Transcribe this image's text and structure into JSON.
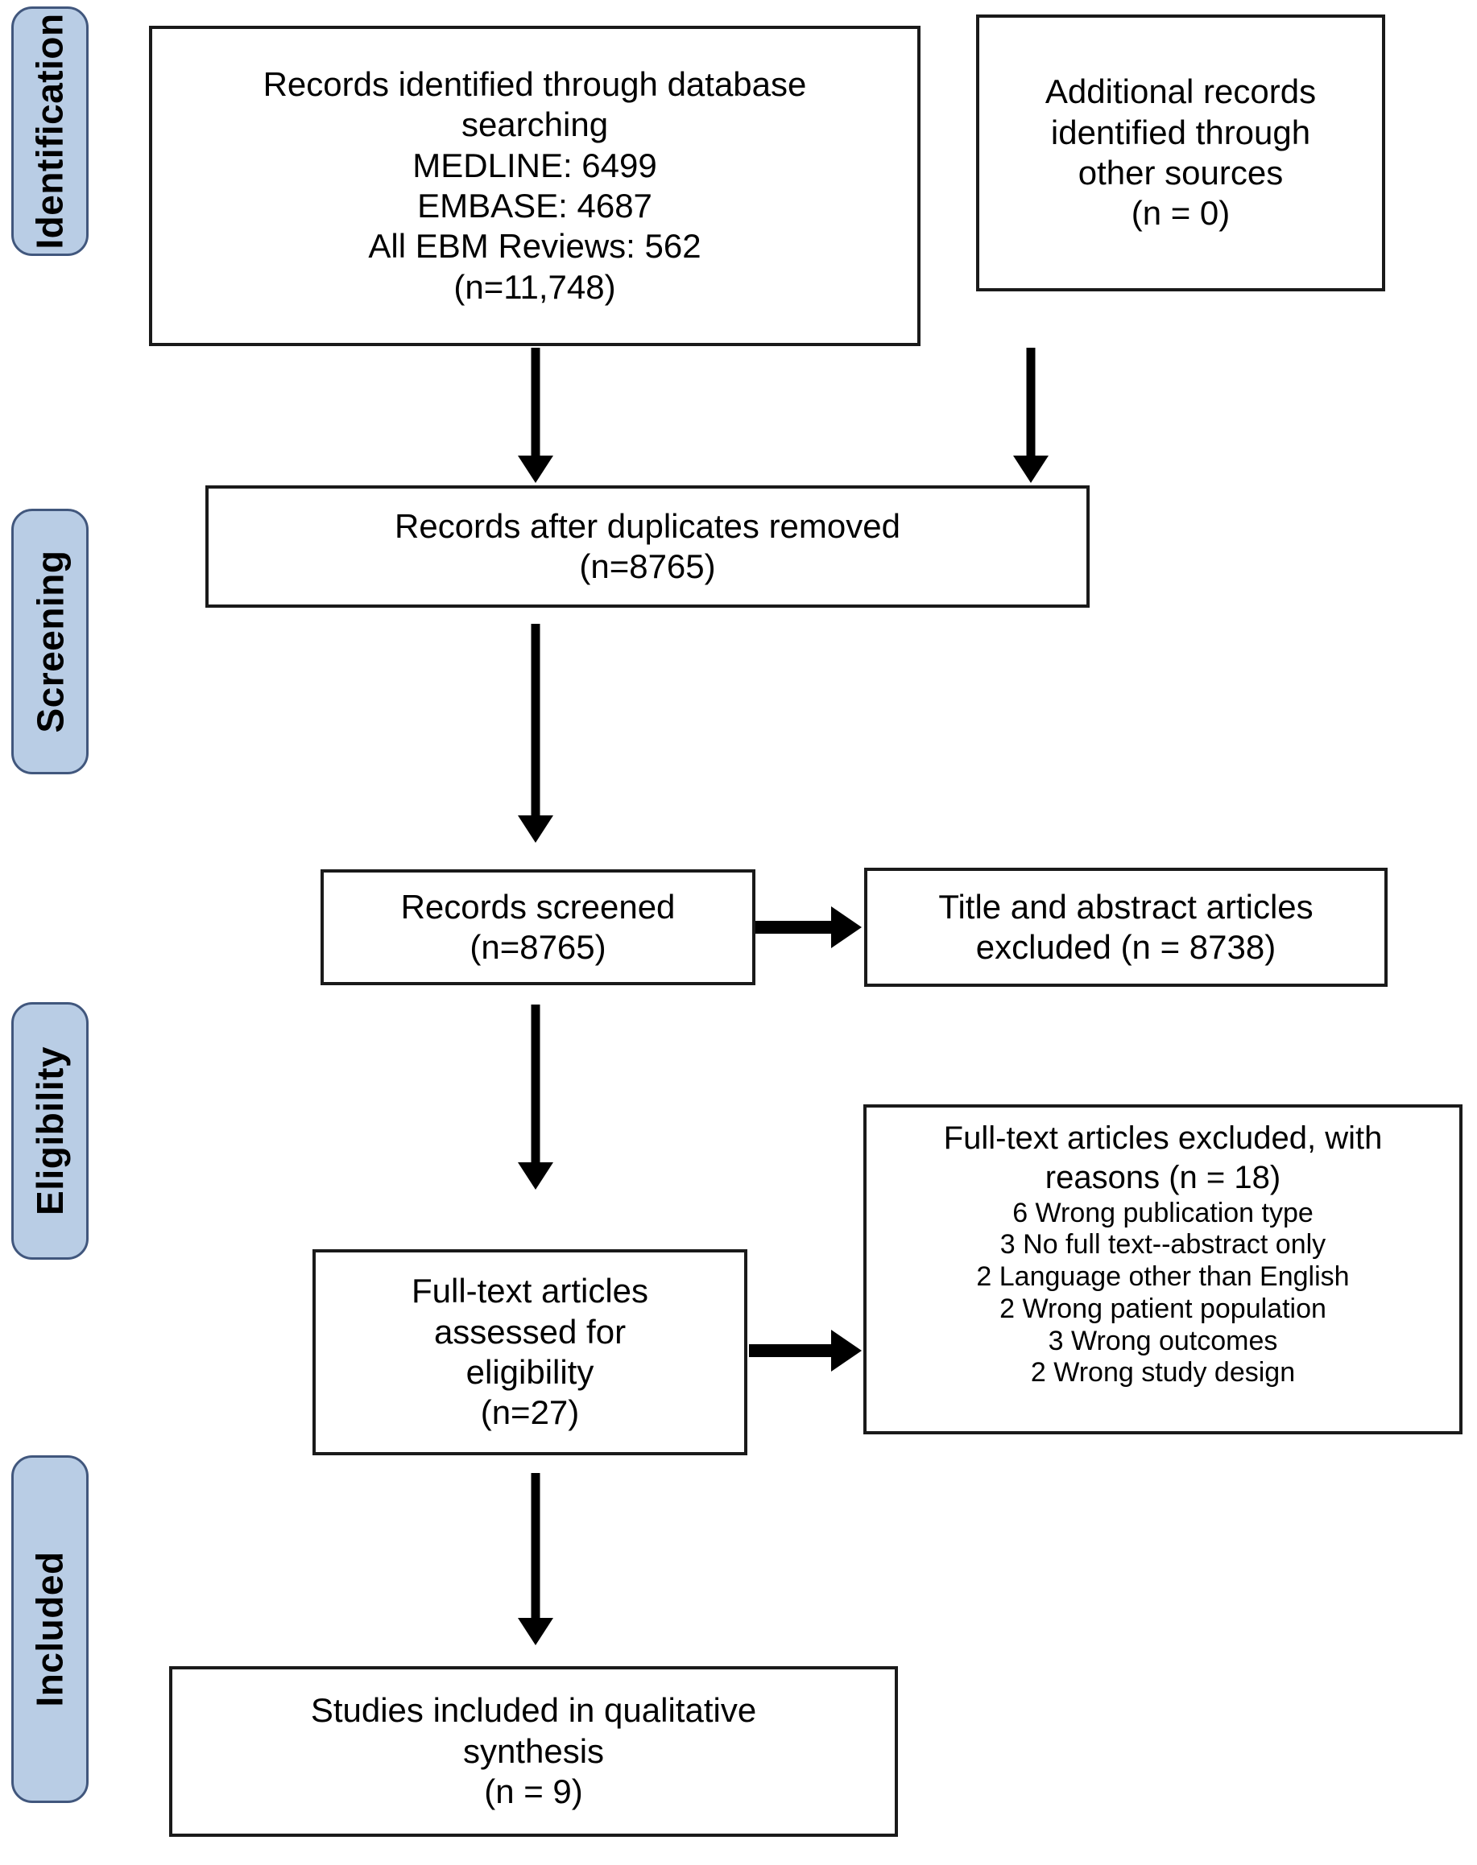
{
  "diagram": {
    "title": "PRISMA flow diagram",
    "type": "prisma-flow-diagram",
    "colors": {
      "stage_tab_fill": "#b9cde5",
      "stage_tab_border": "#41577d",
      "box_border": "#1a1a1a",
      "box_fill": "#ffffff",
      "text": "#000000",
      "arrow": "#000000"
    }
  },
  "stages": [
    {
      "id": "identification",
      "label": "Identification"
    },
    {
      "id": "screening",
      "label": "Screening"
    },
    {
      "id": "eligibility",
      "label": "Eligibility"
    },
    {
      "id": "included",
      "label": "Included"
    }
  ],
  "boxes": {
    "records_identified": {
      "lines": [
        "Records identified through database",
        "searching",
        "MEDLINE: 6499",
        "EMBASE: 4687",
        "All EBM Reviews: 562",
        "(n=11,748)"
      ]
    },
    "additional_records": {
      "lines": [
        "Additional records",
        "identified through",
        "other sources",
        "(n = 0)"
      ]
    },
    "duplicates_removed": {
      "lines": [
        "Records after duplicates removed",
        "(n=8765)"
      ]
    },
    "records_screened": {
      "lines": [
        "Records screened",
        "(n=8765)"
      ]
    },
    "title_abstract_excluded": {
      "lines": [
        "Title and abstract articles",
        "excluded (n = 8738)"
      ]
    },
    "fulltext_assessed": {
      "lines": [
        "Full-text articles",
        "assessed for",
        "eligibility",
        "(n=27)"
      ]
    },
    "fulltext_excluded": {
      "heading": [
        "Full-text articles excluded, with",
        "reasons (n = 18)"
      ],
      "reasons": [
        "6 Wrong publication type",
        "3 No full text--abstract only",
        "2 Language other than English",
        "2 Wrong patient population",
        "3 Wrong outcomes",
        "2 Wrong study design"
      ]
    },
    "studies_included": {
      "lines": [
        "Studies included in qualitative",
        "synthesis",
        "(n = 9)"
      ]
    }
  },
  "chart_data": {
    "type": "diagram",
    "title": "PRISMA flow diagram",
    "nodes": [
      {
        "id": "records_identified",
        "stage": "Identification",
        "label": "Records identified through database searching",
        "detail": {
          "MEDLINE": 6499,
          "EMBASE": 4687,
          "All EBM Reviews": 562
        },
        "n": 11748
      },
      {
        "id": "additional_records",
        "stage": "Identification",
        "label": "Additional records identified through other sources",
        "n": 0
      },
      {
        "id": "duplicates_removed",
        "stage": "Screening",
        "label": "Records after duplicates removed",
        "n": 8765
      },
      {
        "id": "records_screened",
        "stage": "Screening",
        "label": "Records screened",
        "n": 8765
      },
      {
        "id": "title_abstract_excluded",
        "stage": "Screening",
        "label": "Title and abstract articles excluded",
        "n": 8738
      },
      {
        "id": "fulltext_assessed",
        "stage": "Eligibility",
        "label": "Full-text articles assessed for eligibility",
        "n": 27
      },
      {
        "id": "fulltext_excluded",
        "stage": "Eligibility",
        "label": "Full-text articles excluded, with reasons",
        "n": 18,
        "reasons": [
          {
            "count": 6,
            "reason": "Wrong publication type"
          },
          {
            "count": 3,
            "reason": "No full text--abstract only"
          },
          {
            "count": 2,
            "reason": "Language other than English"
          },
          {
            "count": 2,
            "reason": "Wrong patient population"
          },
          {
            "count": 3,
            "reason": "Wrong outcomes"
          },
          {
            "count": 2,
            "reason": "Wrong study design"
          }
        ]
      },
      {
        "id": "studies_included",
        "stage": "Included",
        "label": "Studies included in qualitative synthesis",
        "n": 9
      }
    ],
    "edges": [
      {
        "from": "records_identified",
        "to": "duplicates_removed",
        "direction": "down"
      },
      {
        "from": "additional_records",
        "to": "duplicates_removed",
        "direction": "down"
      },
      {
        "from": "duplicates_removed",
        "to": "records_screened",
        "direction": "down"
      },
      {
        "from": "records_screened",
        "to": "title_abstract_excluded",
        "direction": "right"
      },
      {
        "from": "records_screened",
        "to": "fulltext_assessed",
        "direction": "down"
      },
      {
        "from": "fulltext_assessed",
        "to": "fulltext_excluded",
        "direction": "right"
      },
      {
        "from": "fulltext_assessed",
        "to": "studies_included",
        "direction": "down"
      }
    ]
  }
}
